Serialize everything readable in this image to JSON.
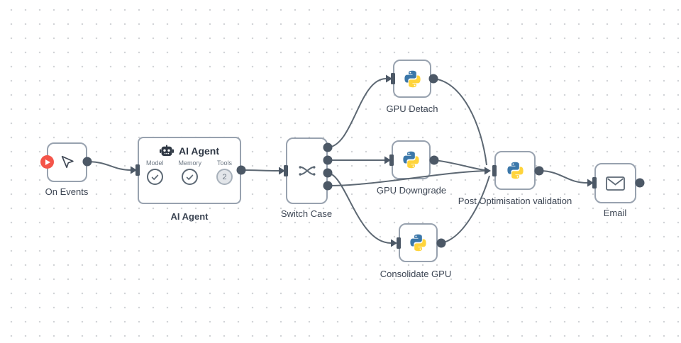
{
  "workflow": {
    "on_events": {
      "label": "On Events"
    },
    "ai_agent": {
      "label": "AI Agent",
      "title": "AI Agent",
      "ports": [
        {
          "label": "Model"
        },
        {
          "label": "Memory"
        },
        {
          "label": "Tools",
          "badge": "2"
        }
      ]
    },
    "switch_case": {
      "label": "Switch Case"
    },
    "gpu_detach": {
      "label": "GPU Detach"
    },
    "gpu_downgrade": {
      "label": "GPU Downgrade"
    },
    "consolidate_gpu": {
      "label": "Consolidate GPU"
    },
    "post_optimisation": {
      "label": "Post Optimisation validation"
    },
    "email": {
      "label": "Email"
    },
    "connections": [
      {
        "from": "On Events",
        "to": "AI Agent"
      },
      {
        "from": "AI Agent",
        "to": "Switch Case"
      },
      {
        "from": "Switch Case",
        "to": "GPU Detach"
      },
      {
        "from": "Switch Case",
        "to": "GPU Downgrade"
      },
      {
        "from": "Switch Case",
        "to": "Consolidate GPU"
      },
      {
        "from": "Switch Case",
        "to": "Post Optimisation validation"
      },
      {
        "from": "GPU Detach",
        "to": "Post Optimisation validation"
      },
      {
        "from": "GPU Downgrade",
        "to": "Post Optimisation validation"
      },
      {
        "from": "Consolidate GPU",
        "to": "Post Optimisation validation"
      },
      {
        "from": "Post Optimisation validation",
        "to": "Email"
      }
    ]
  },
  "colors": {
    "node_border": "#98a2af",
    "edge": "#5d6873",
    "connector": "#4c5866",
    "trigger_red": "#f4554a",
    "python_blue": "#3b77a9",
    "python_yellow": "#ffd43b",
    "label_text": "#3c4553",
    "grid_dot": "#d2d4d7"
  }
}
